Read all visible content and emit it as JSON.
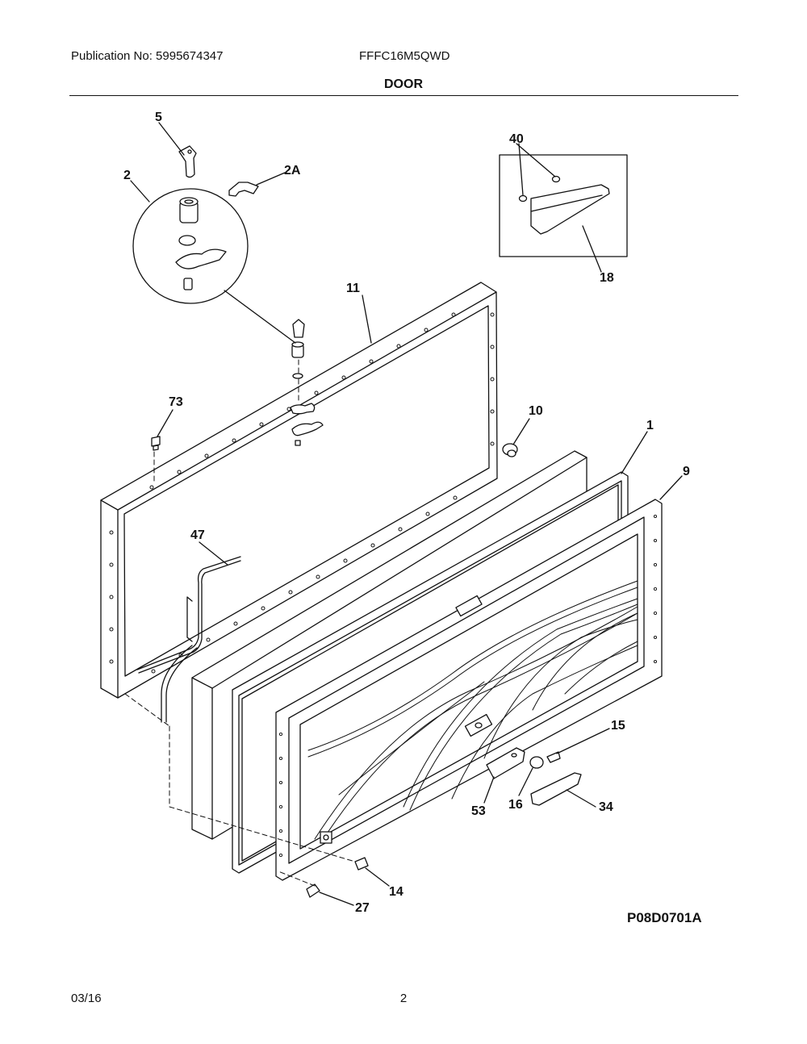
{
  "header": {
    "publication": "Publication No: 5995674347",
    "model": "FFFC16M5QWD",
    "section_title": "DOOR"
  },
  "diagram": {
    "callouts": [
      "5",
      "2A",
      "2",
      "40",
      "18",
      "11",
      "73",
      "10",
      "1",
      "9",
      "47",
      "15",
      "53",
      "16",
      "34",
      "14",
      "27"
    ],
    "diagram_code": "P08D0701A"
  },
  "footer": {
    "date": "03/16",
    "page": "2"
  }
}
